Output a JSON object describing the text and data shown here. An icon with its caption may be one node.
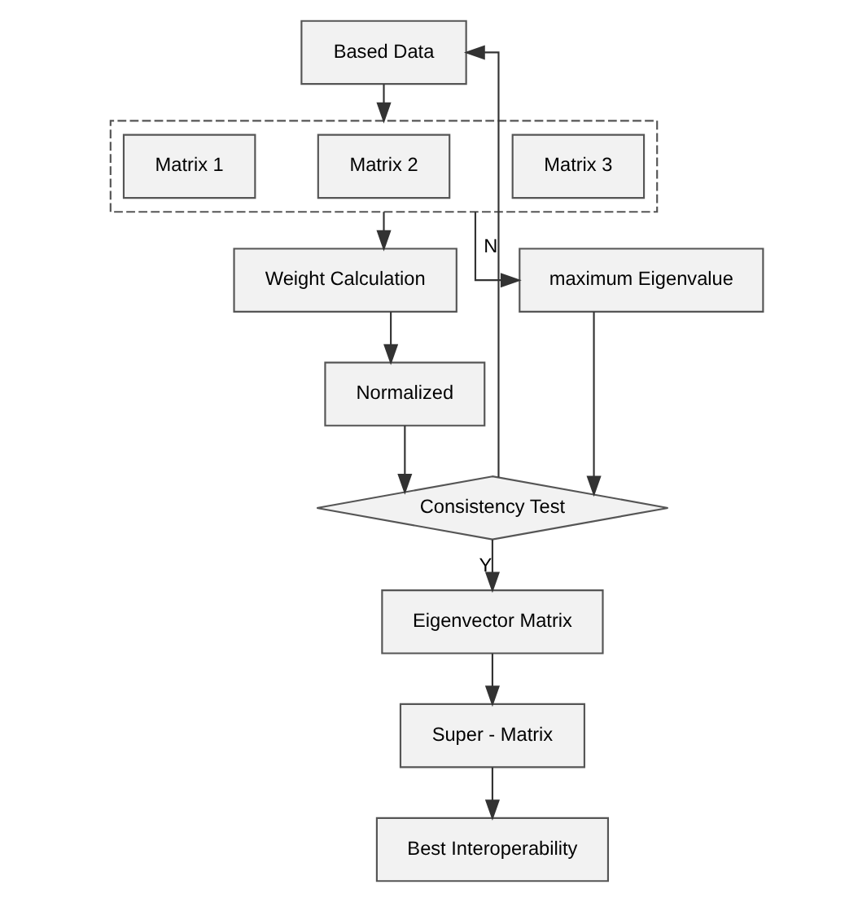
{
  "diagram": {
    "nodes": [
      {
        "text": [
          "Based Data"
        ]
      },
      {
        "text": [],
        "shape": "box"
      },
      {
        "text": [
          "Matrix 1"
        ],
        "in": 1
      },
      {
        "text": [
          "Matrix 2"
        ],
        "in": 1
      },
      {
        "text": [
          "Matrix 3"
        ],
        "in": 1
      },
      {
        "text": [
          "Weight Calculation"
        ]
      },
      {
        "text": [
          "maximum Eigenvalue"
        ]
      },
      {
        "text": [
          "Normalized"
        ]
      },
      {
        "text": [
          "Consistency Test"
        ]
      },
      {
        "text": [
          "Eigenvector Matrix"
        ]
      },
      {
        "text": [
          "Super - Matrix"
        ]
      },
      {
        "text": [
          "Best Interoperability"
        ]
      }
    ],
    "edges": [
      {
        "from": 0,
        "to": 1,
        "arrow": "to"
      },
      {
        "from": 1,
        "to": 5,
        "arrow": "to"
      },
      {
        "from": 1,
        "to": 6,
        "arrow": "to"
      },
      {
        "from": 5,
        "to": 7,
        "arrow": "to"
      },
      {
        "from": 7,
        "to": 8,
        "arrow": "to"
      },
      {
        "from": 6,
        "to": 8,
        "arrow": "to"
      },
      {
        "from": 8,
        "to": 0,
        "arrow": "to",
        "label": "N"
      },
      {
        "from": 8,
        "to": 9,
        "arrow": "to",
        "label": "Y"
      },
      {
        "from": 9,
        "to": 10,
        "arrow": "to"
      },
      {
        "from": 10,
        "to": 11,
        "arrow": "to"
      }
    ]
  }
}
